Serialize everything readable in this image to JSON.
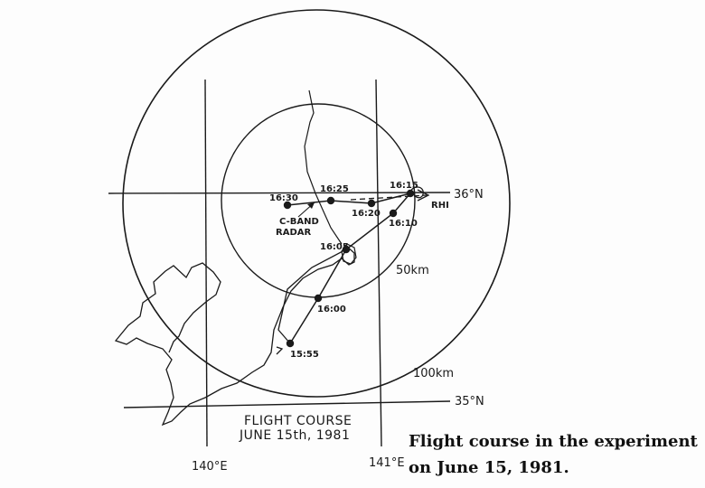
{
  "diagram": {
    "title_line1": "FLIGHT COURSE",
    "title_line2": "JUNE 15th, 1981",
    "lat_36": "36°N",
    "lat_35": "35°N",
    "lon_140": "140°E",
    "lon_141": "141°E",
    "ring_50": "50km",
    "ring_100": "100km",
    "radar_line1": "C-BAND",
    "radar_line2": "RADAR",
    "rhi": "RHI",
    "times": {
      "t1555": "15:55",
      "t1600": "16:00",
      "t1605": "16:05",
      "t1610": "16:10",
      "t1615": "16:15",
      "t1620": "16:20",
      "t1625": "16:25",
      "t1630": "16:30"
    }
  },
  "caption": {
    "line1": "Flight course in the experiment",
    "line2": "on June 15, 1981."
  },
  "colors": {
    "ink": "#1a1a1a",
    "paper": "#fdfdfd"
  }
}
